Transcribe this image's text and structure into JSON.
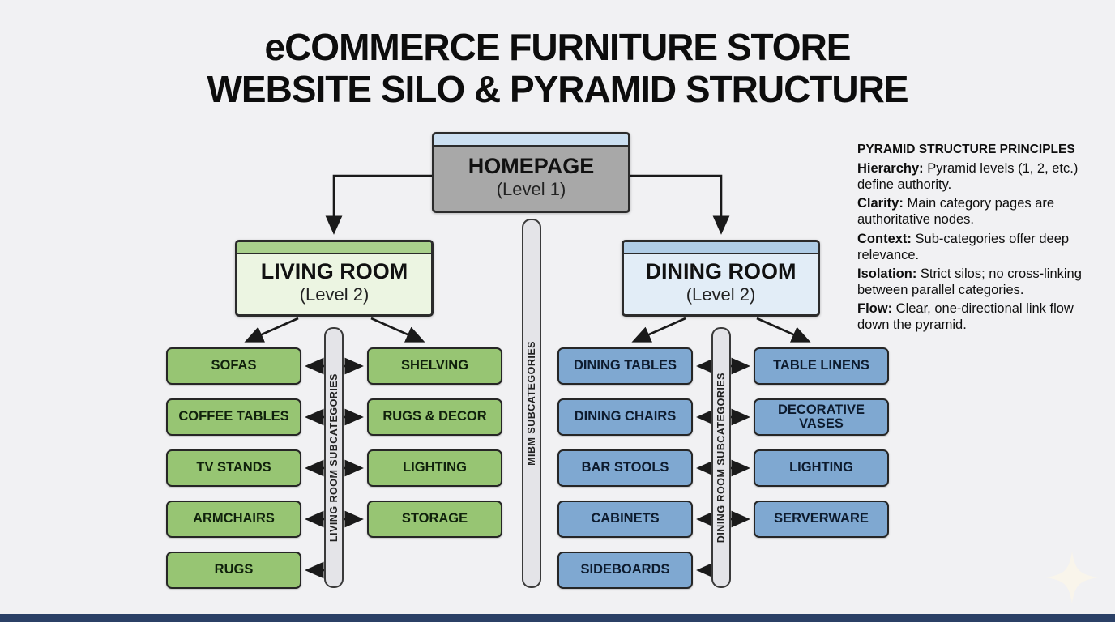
{
  "title": {
    "line1": "eCOMMERCE FURNITURE STORE",
    "line2": "WEBSITE SILO & PYRAMID STRUCTURE"
  },
  "homepage": {
    "label": "HOMEPAGE",
    "level": "(Level 1)"
  },
  "center_bar": {
    "label": "MIBM SUBCATEGORIES"
  },
  "silos": [
    {
      "name": "LIVING ROOM",
      "level": "(Level 2)",
      "bar_label": "LIVING ROOM SUBCATEGORIES",
      "left_items": [
        "SOFAS",
        "COFFEE TABLES",
        "TV STANDS",
        "ARMCHAIRS",
        "RUGS"
      ],
      "right_items": [
        "SHELVING",
        "RUGS & DECOR",
        "LIGHTING",
        "STORAGE"
      ]
    },
    {
      "name": "DINING ROOM",
      "level": "(Level 2)",
      "bar_label": "DINING ROOM SUBCATEGORIES",
      "left_items": [
        "DINING TABLES",
        "DINING CHAIRS",
        "BAR STOOLS",
        "CABINETS",
        "SIDEBOARDS"
      ],
      "right_items": [
        "TABLE LINENS",
        "DECORATIVE VASES",
        "LIGHTING",
        "SERVERWARE"
      ]
    }
  ],
  "principles": {
    "heading": "PYRAMID STRUCTURE PRINCIPLES",
    "items": [
      {
        "term": "Hierarchy:",
        "text": " Pyramid levels (1, 2, etc.) define authority."
      },
      {
        "term": "Clarity:",
        "text": " Main category pages are authoritative nodes."
      },
      {
        "term": "Context:",
        "text": " Sub-categories offer deep relevance."
      },
      {
        "term": "Isolation:",
        "text": " Strict silos; no cross-linking between parallel categories."
      },
      {
        "term": "Flow:",
        "text": " Clear, one-directional link flow down the pyramid."
      }
    ]
  },
  "colors": {
    "background": "#f1f1f3",
    "homepage_fill": "#a8a8a8",
    "homepage_strip": "#cbdff1",
    "living_room_fill": "#ecf5e2",
    "living_room_strip": "#a9d08c",
    "living_room_box": "#97c573",
    "dining_room_fill": "#e2edf7",
    "dining_room_strip": "#b0cde6",
    "dining_room_box": "#7fa8d1",
    "arrow": "#1a1a1a",
    "bottom_bar": "#2b4066"
  }
}
